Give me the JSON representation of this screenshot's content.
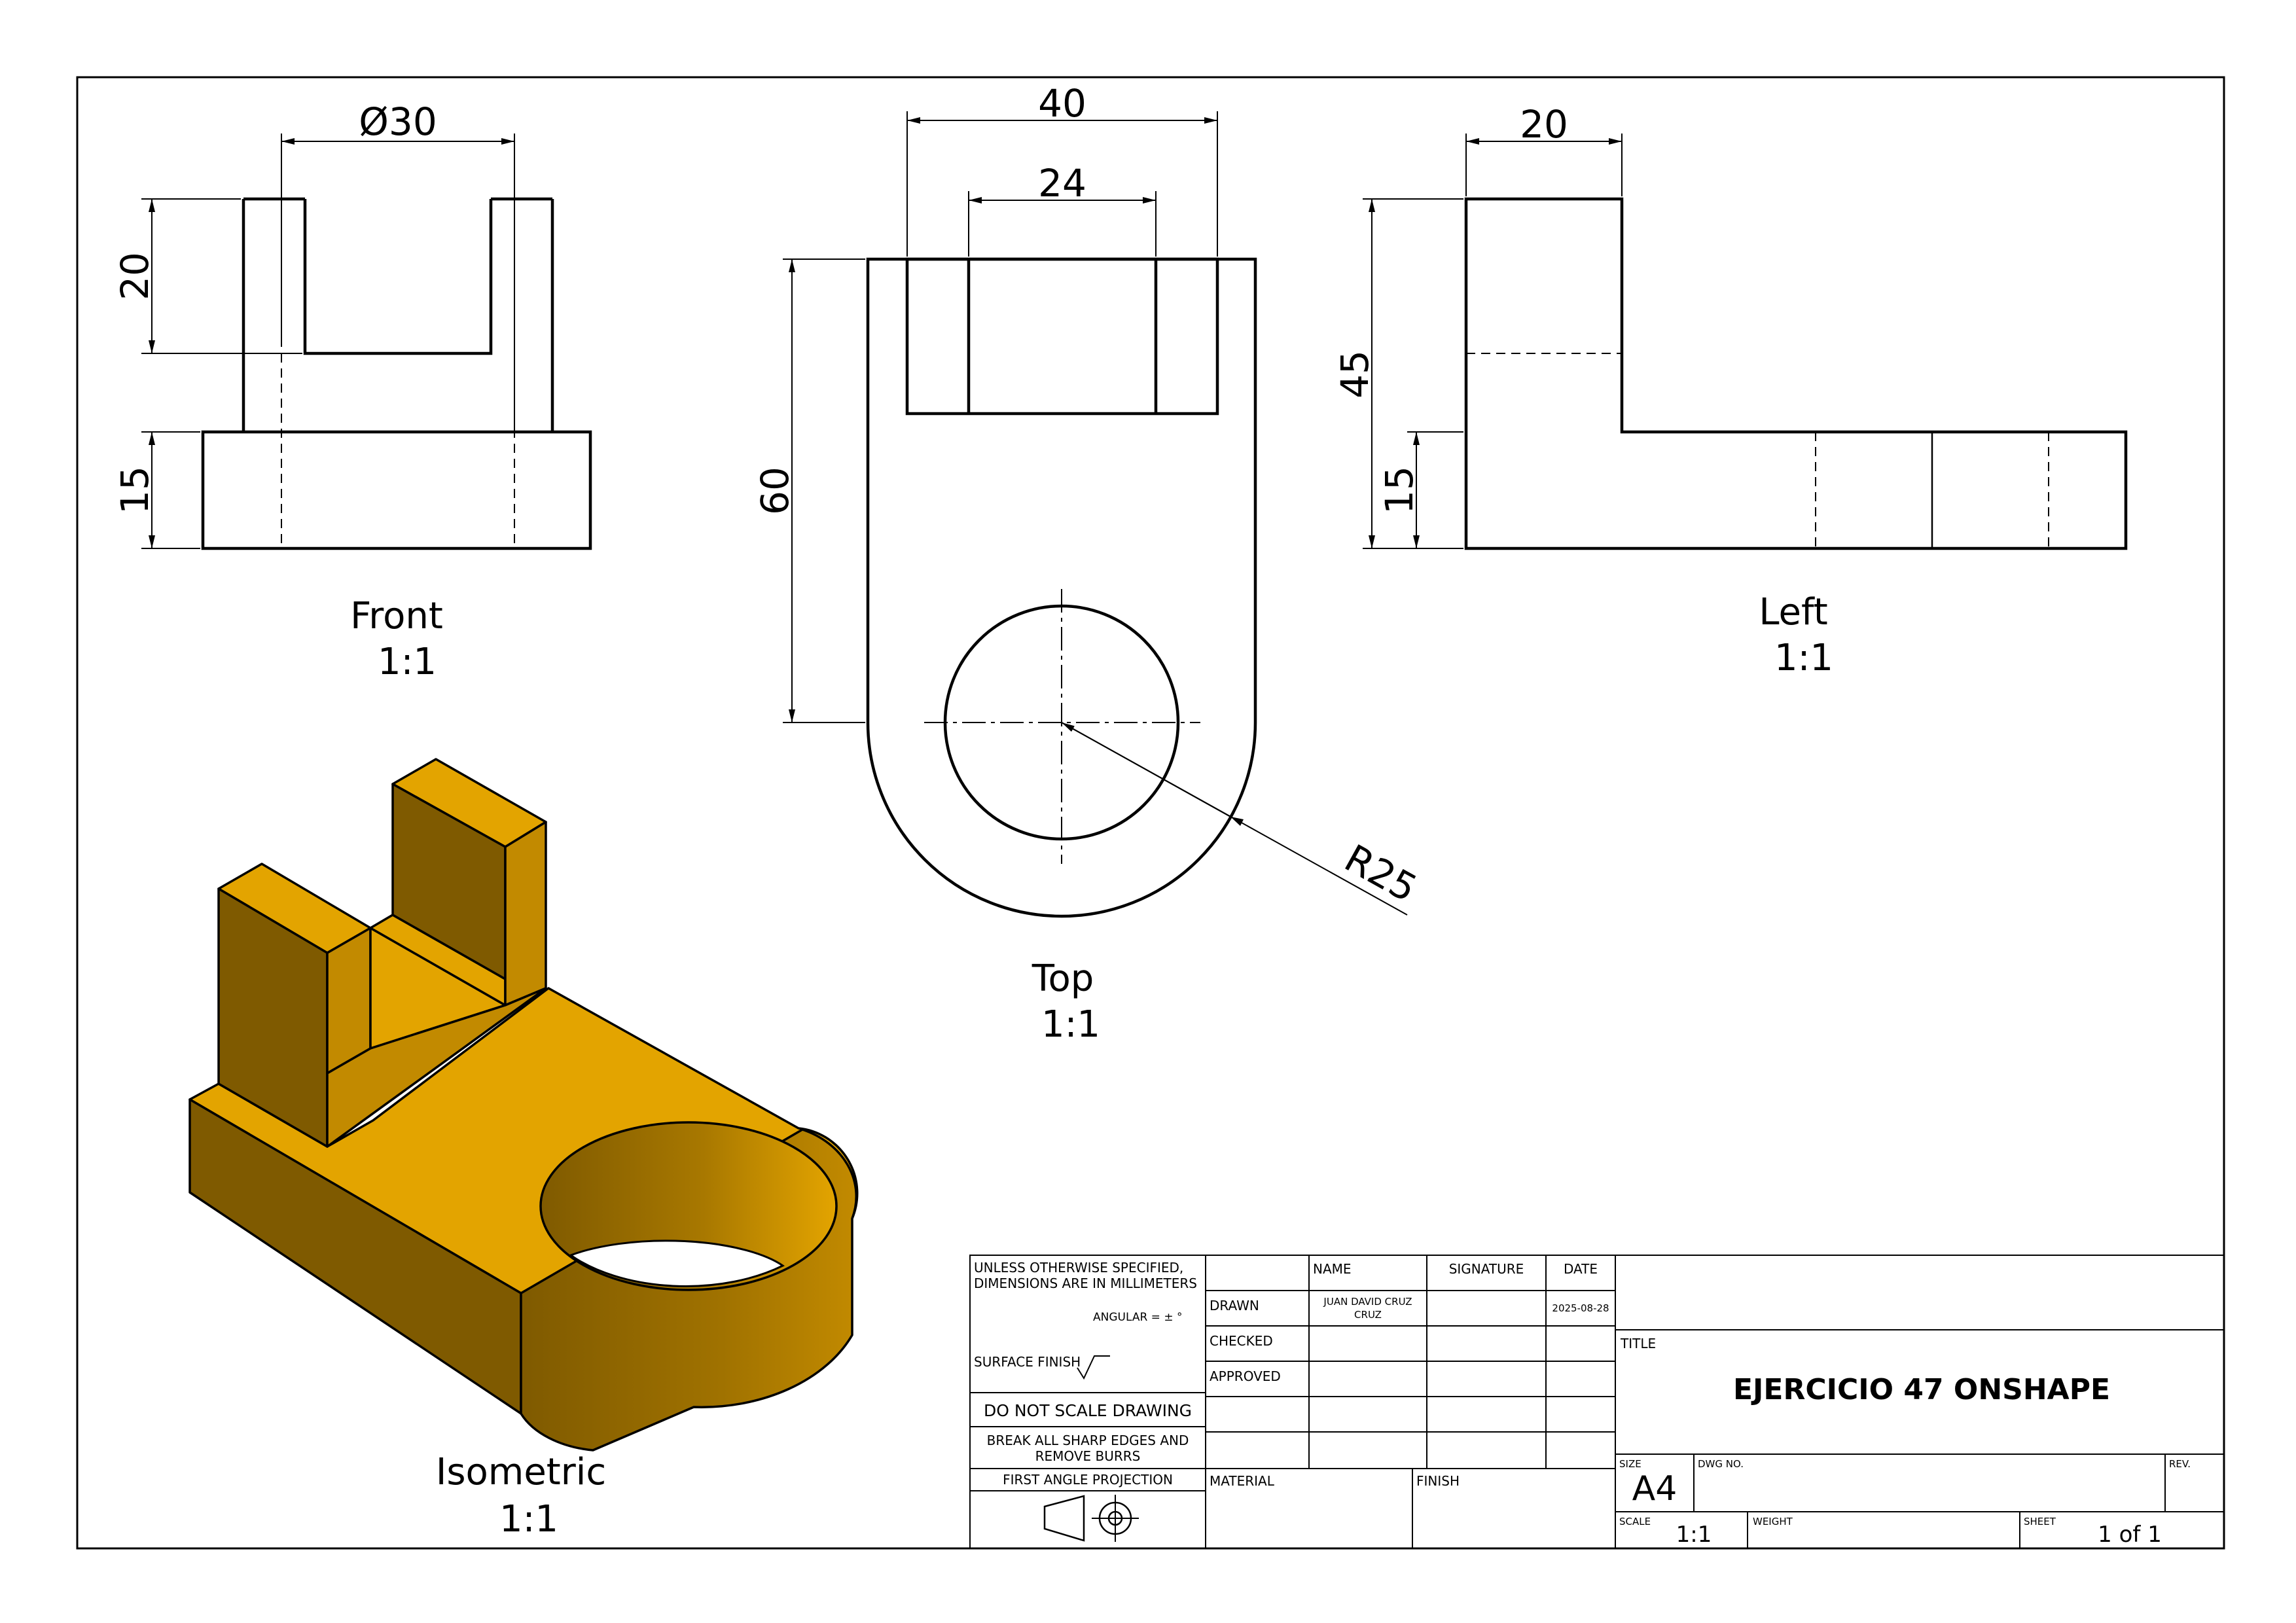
{
  "views": {
    "front": {
      "label": "Front",
      "scale": "1:1"
    },
    "top": {
      "label": "Top",
      "scale": "1:1"
    },
    "left": {
      "label": "Left",
      "scale": "1:1"
    },
    "isometric": {
      "label": "Isometric",
      "scale": "1:1"
    }
  },
  "dimensions": {
    "front_diameter": "Ø30",
    "front_height_upper": "20",
    "front_height_base": "15",
    "top_width_outer": "40",
    "top_width_inner": "24",
    "top_length": "60",
    "top_radius": "R25",
    "left_width": "20",
    "left_height_upper": "45",
    "left_height_base": "15"
  },
  "iso_colors": {
    "top_face": "#E3A400",
    "side_light": "#C28A00",
    "side_dark": "#7F5A00",
    "edge": "#000000"
  },
  "title_block": {
    "tolerance_note_1": "UNLESS OTHERWISE SPECIFIED,",
    "tolerance_note_2": "DIMENSIONS ARE IN MILLIMETERS",
    "angular": "ANGULAR = ± °",
    "surface_finish": "SURFACE FINISH",
    "do_not_scale": "DO NOT SCALE DRAWING",
    "break_edges_1": "BREAK ALL SHARP EDGES AND",
    "break_edges_2": "REMOVE BURRS",
    "projection": "FIRST ANGLE PROJECTION",
    "header_name": "NAME",
    "header_signature": "SIGNATURE",
    "header_date": "DATE",
    "row_drawn": "DRAWN",
    "row_checked": "CHECKED",
    "row_approved": "APPROVED",
    "drawn_name_1": "JUAN DAVID CRUZ",
    "drawn_name_2": "CRUZ",
    "drawn_date": "2025-08-28",
    "material_label": "MATERIAL",
    "finish_label": "FINISH",
    "title_label": "TITLE",
    "title": "EJERCICIO 47 ONSHAPE",
    "size_label": "SIZE",
    "size": "A4",
    "dwg_no_label": "DWG NO.",
    "rev_label": "REV.",
    "scale_label": "SCALE",
    "scale": "1:1",
    "weight_label": "WEIGHT",
    "sheet_label": "SHEET",
    "sheet": "1 of 1"
  }
}
